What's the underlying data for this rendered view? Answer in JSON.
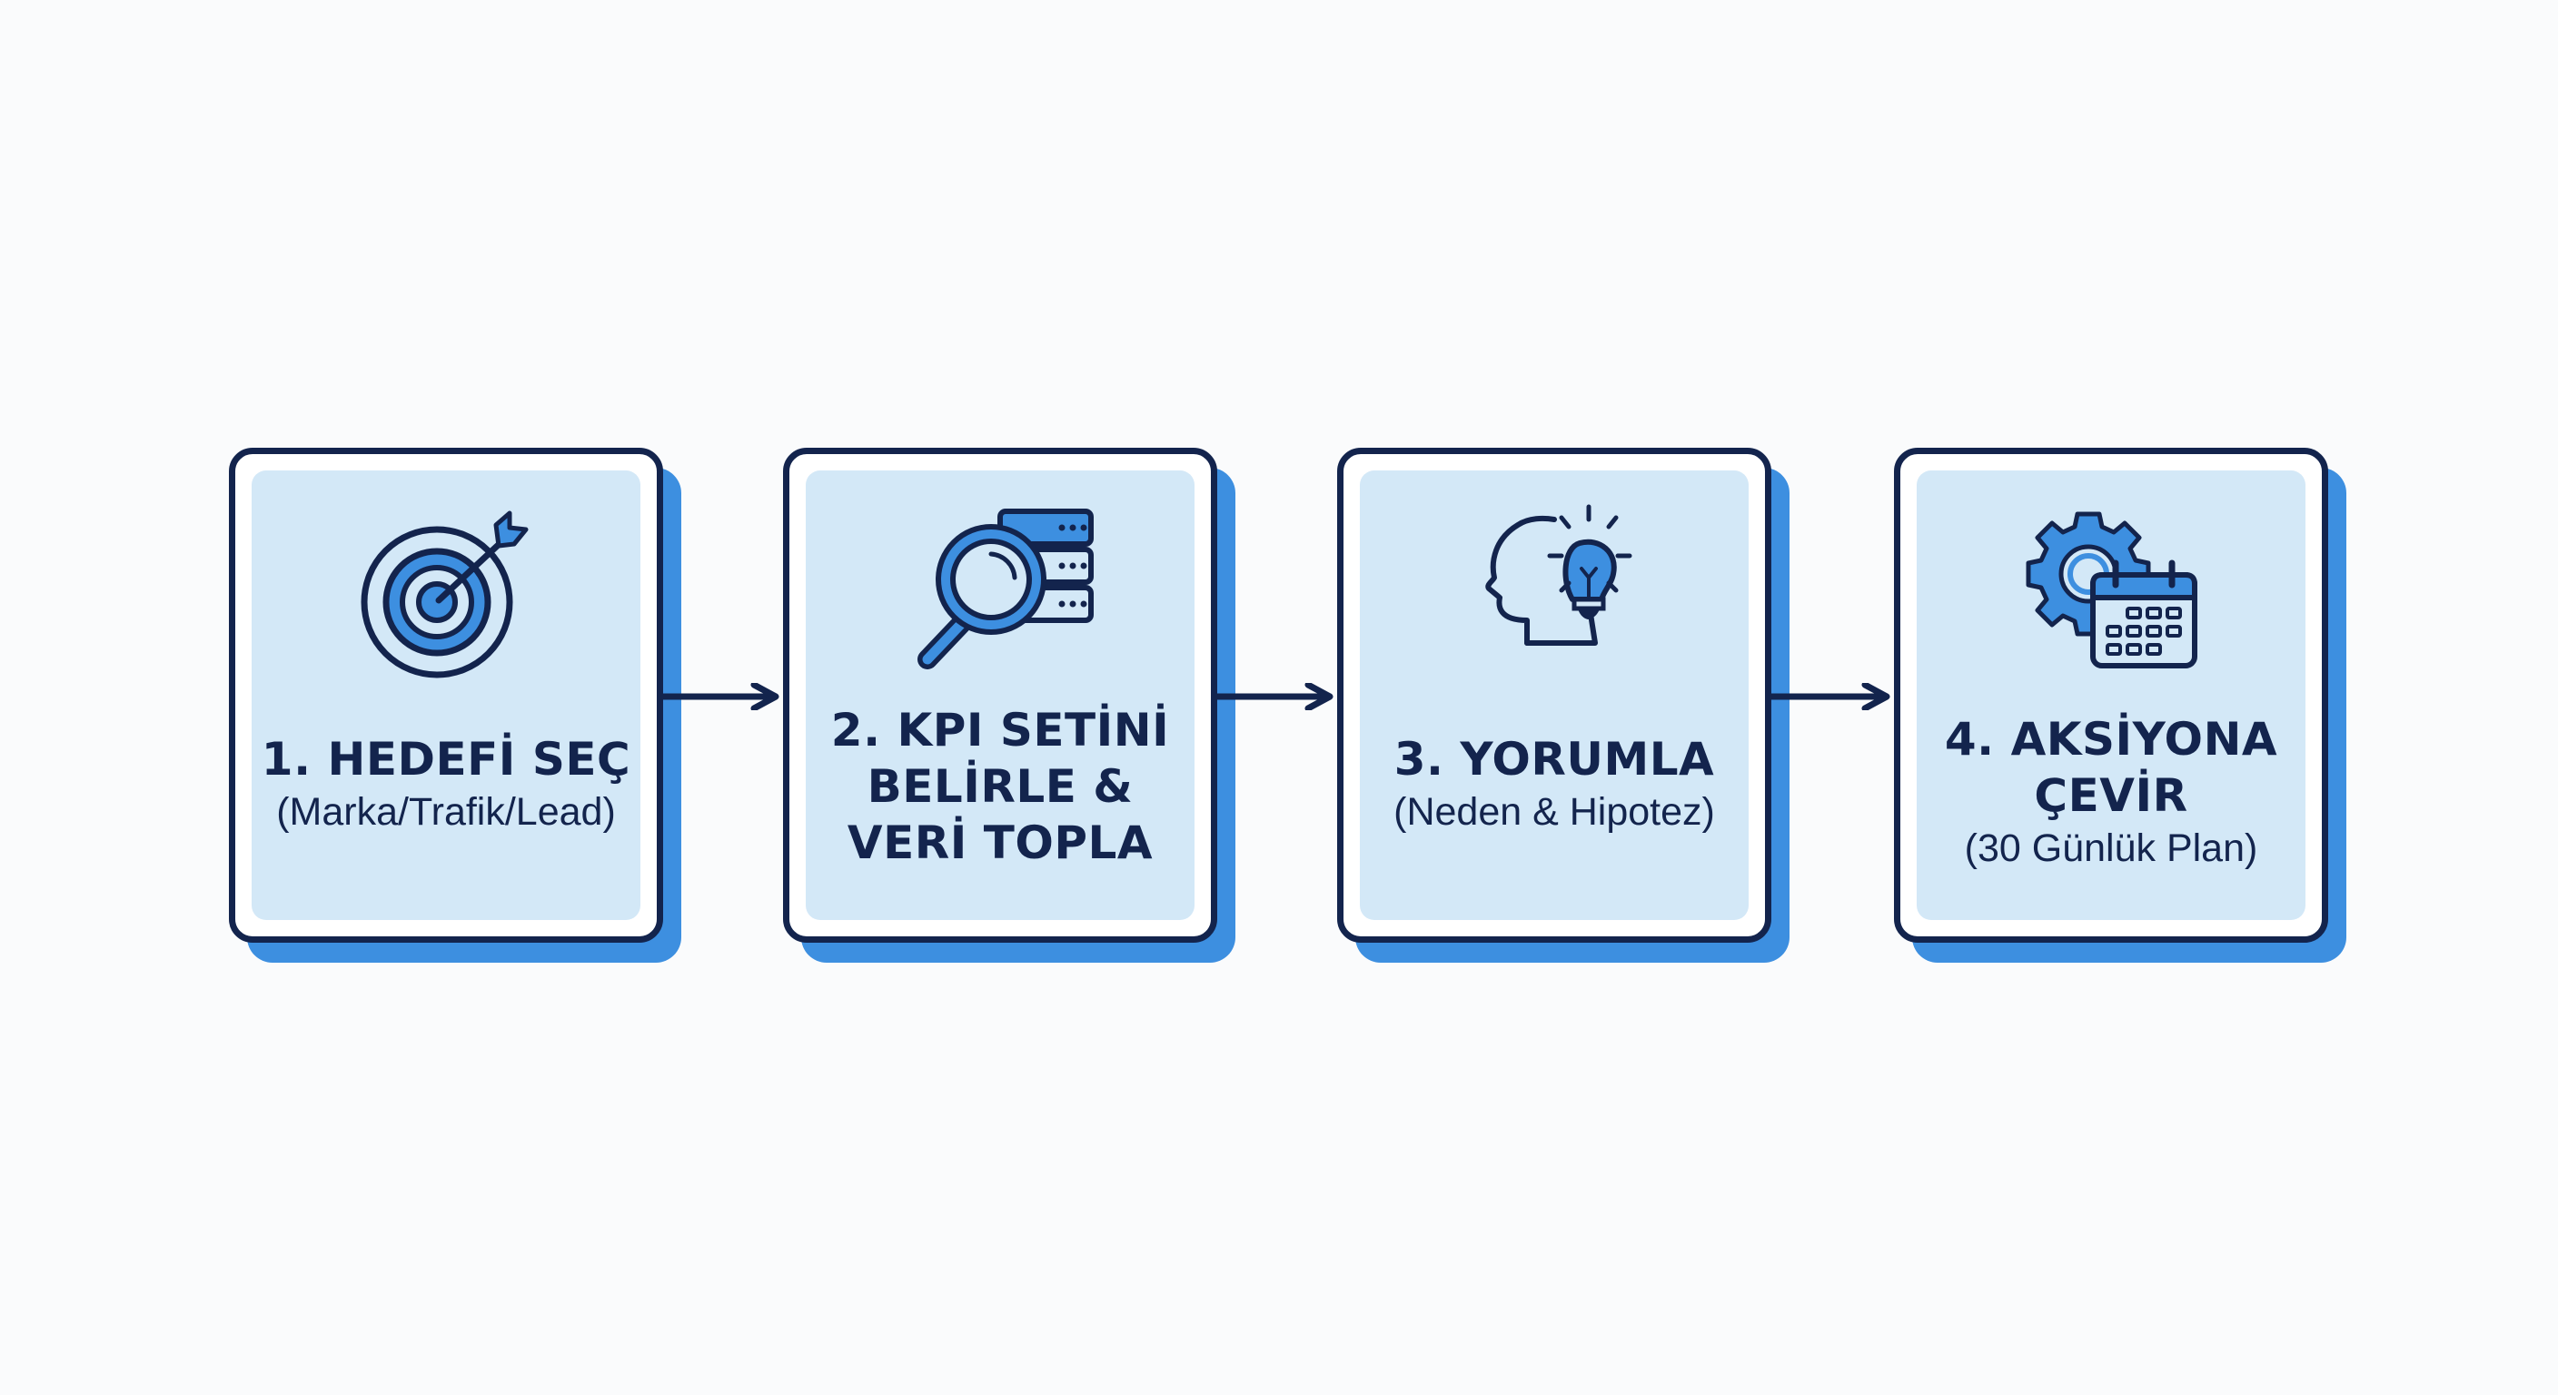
{
  "diagram": {
    "type": "process-flow",
    "direction": "left-to-right",
    "colors": {
      "background": "#fafbfc",
      "card_border": "#13244d",
      "card_fill": "#d3e8f7",
      "card_shadow": "#3d8fe0",
      "icon_accent": "#3d8fe0",
      "text": "#13244d",
      "arrow": "#13244d"
    },
    "steps": [
      {
        "number": "1",
        "title_lines": [
          "1. HEDEFİ SEÇ"
        ],
        "subtitle": "(Marka/Trafik/Lead)",
        "icon": "target-arrow-icon"
      },
      {
        "number": "2",
        "title_lines": [
          "2. KPI SETİNİ",
          "BELİRLE &",
          "VERİ TOPLA"
        ],
        "subtitle": "",
        "icon": "magnifier-database-icon"
      },
      {
        "number": "3",
        "title_lines": [
          "3. YORUMLA"
        ],
        "subtitle": "(Neden & Hipotez)",
        "icon": "head-lightbulb-icon"
      },
      {
        "number": "4",
        "title_lines": [
          "4. AKSİYONA",
          "ÇEVİR"
        ],
        "subtitle": "(30 Günlük Plan)",
        "icon": "gear-calendar-icon"
      }
    ],
    "connectors": [
      {
        "from": "1",
        "to": "2",
        "icon": "arrow-right-icon"
      },
      {
        "from": "2",
        "to": "3",
        "icon": "arrow-right-icon"
      },
      {
        "from": "3",
        "to": "4",
        "icon": "arrow-right-icon"
      }
    ]
  }
}
